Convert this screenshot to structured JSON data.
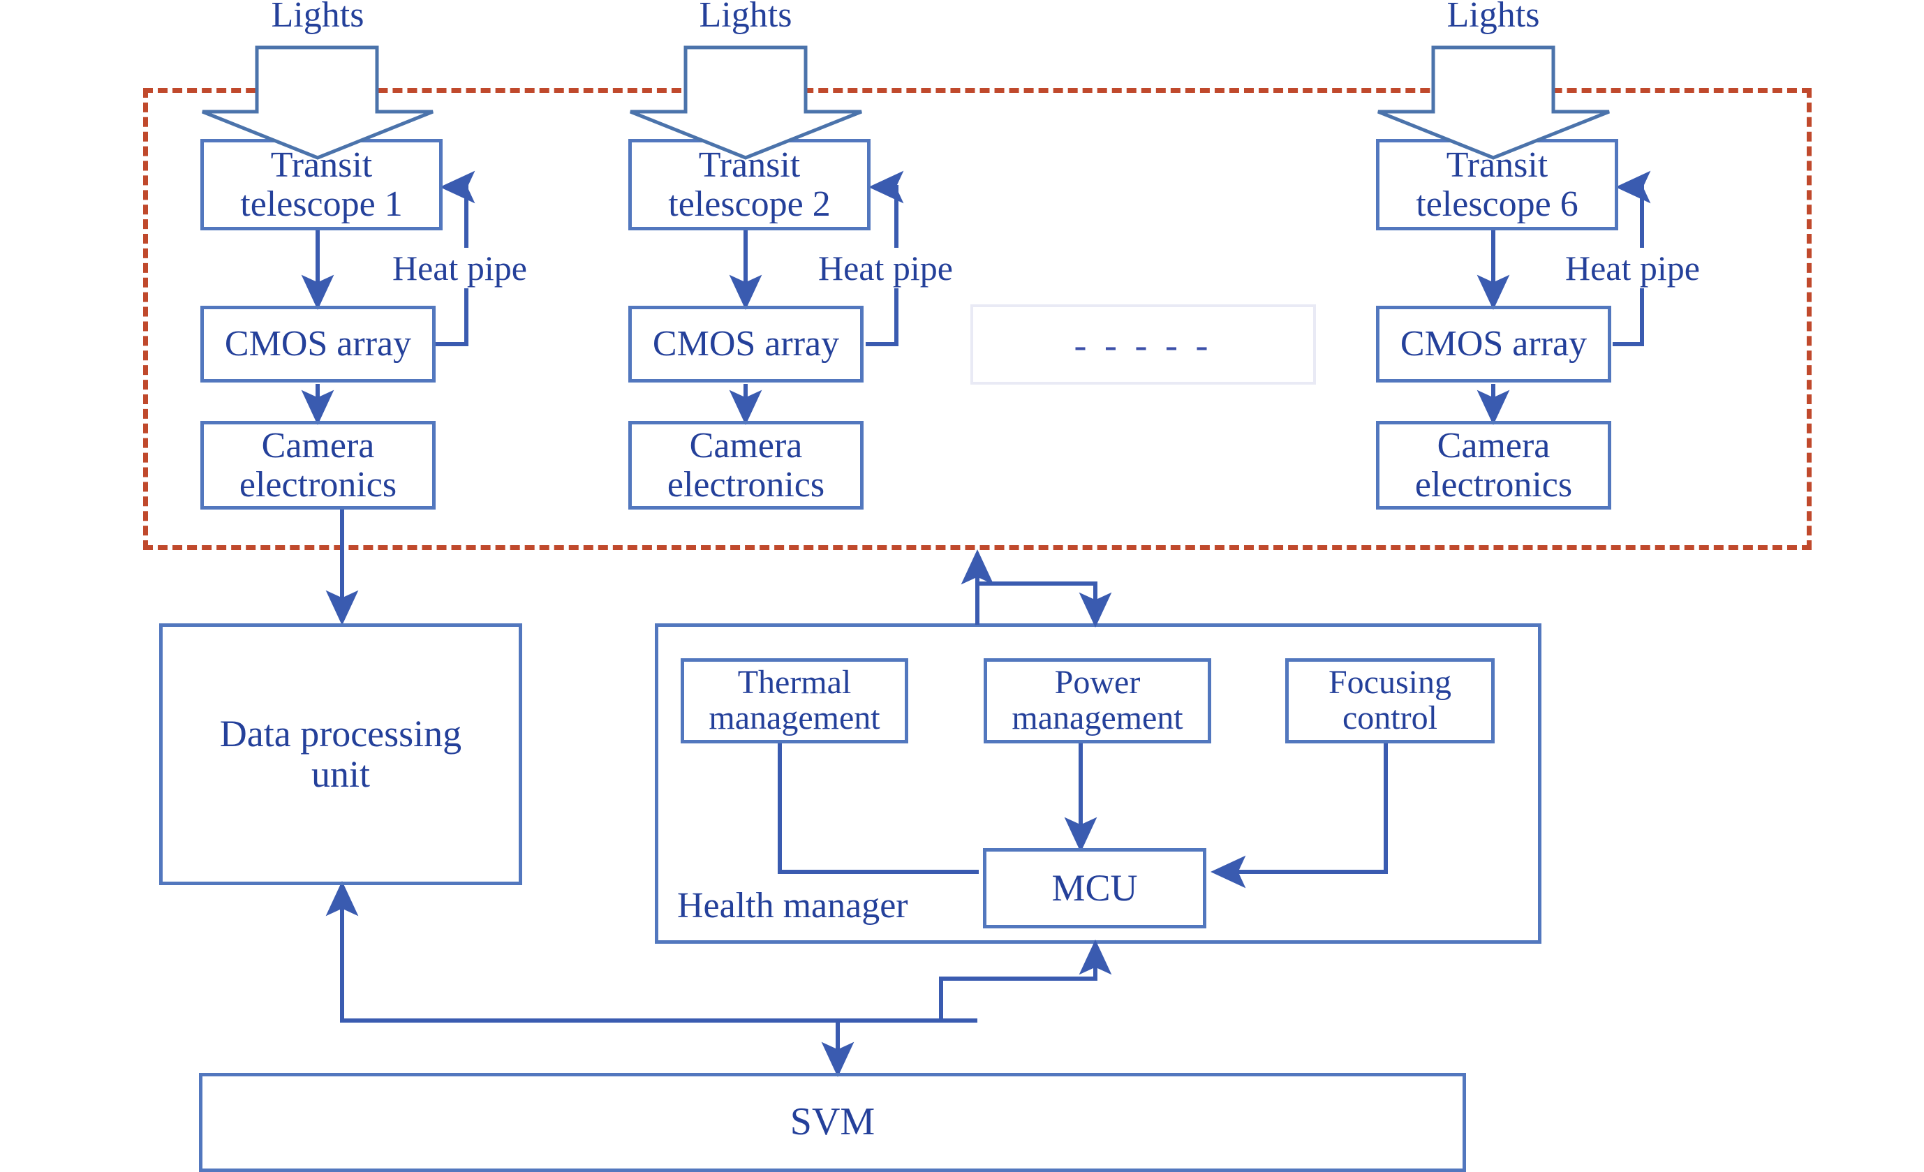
{
  "diagram": {
    "title": "Transit telescope payload block diagram",
    "colors": {
      "box_border": "#5277be",
      "text_blue": "#24409a",
      "enclosure_dash": "#c0492c",
      "wire": "#3a5bb0",
      "ellipsis_border": "#e9eaf5"
    }
  },
  "lights": [
    {
      "label": "Lights"
    },
    {
      "label": "Lights"
    },
    {
      "label": "Lights"
    }
  ],
  "channels": [
    {
      "telescope": "Transit\ntelescope 1",
      "sensor": "CMOS array",
      "electronics": "Camera\nelectronics",
      "heat_pipe": "Heat pipe"
    },
    {
      "telescope": "Transit\ntelescope 2",
      "sensor": "CMOS array",
      "electronics": "Camera\nelectronics",
      "heat_pipe": "Heat pipe"
    },
    {
      "telescope": "Transit\ntelescope 6",
      "sensor": "CMOS array",
      "electronics": "Camera\nelectronics",
      "heat_pipe": "Heat pipe"
    }
  ],
  "ellipsis": "- - - - -",
  "data_processing_unit": "Data processing\nunit",
  "health_manager": {
    "caption": "Health manager",
    "blocks": [
      {
        "label": "Thermal\nmanagement"
      },
      {
        "label": "Power\nmanagement"
      },
      {
        "label": "Focusing\ncontrol"
      }
    ],
    "controller": "MCU"
  },
  "service_module": "SVM"
}
